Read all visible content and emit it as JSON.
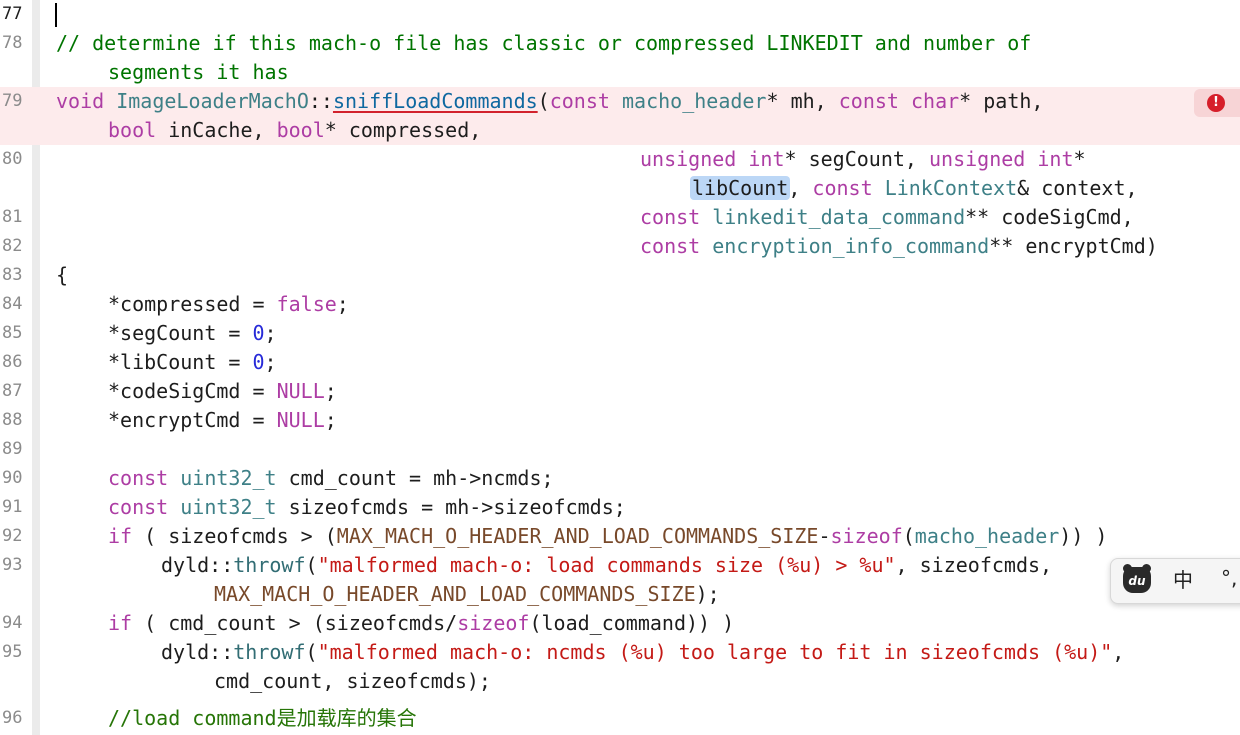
{
  "editor": {
    "lines": [
      {
        "num": "77",
        "text": ""
      },
      {
        "num": "78",
        "text": "// determine if this mach-o file has classic or compressed LINKEDIT and number of",
        "cont": "segments it has"
      },
      {
        "num": "79",
        "parts": {
          "void": "void",
          "cls": "ImageLoaderMachO",
          "sep": "::",
          "fn": "sniffLoadCommands",
          "p1": "(",
          "c1": "const",
          "t1": "macho_header",
          "p2": "* mh, ",
          "c2": "const",
          "t2": "char",
          "p3": "* path,"
        },
        "cont": {
          "b1": "bool",
          "p4": " inCache, ",
          "b2": "bool",
          "p5": "* compressed,"
        }
      },
      {
        "num": "80",
        "parts": {
          "u1": "unsigned",
          "i1": "int",
          "p1": "* segCount, ",
          "u2": "unsigned",
          "i2": "int",
          "p2": "*"
        },
        "cont": {
          "hl": "libCount",
          "p3": ", ",
          "c": "const",
          "t": "LinkContext",
          "p4": "& context,"
        }
      },
      {
        "num": "81",
        "parts": {
          "c": "const",
          "t": "linkedit_data_command",
          "p": "** codeSigCmd,"
        }
      },
      {
        "num": "82",
        "parts": {
          "c": "const",
          "t": "encryption_info_command",
          "p": "** encryptCmd)"
        }
      },
      {
        "num": "83",
        "text": "{"
      },
      {
        "num": "84",
        "parts": {
          "a": "*compressed = ",
          "v": "false",
          "b": ";"
        }
      },
      {
        "num": "85",
        "parts": {
          "a": "*segCount = ",
          "v": "0",
          "b": ";"
        }
      },
      {
        "num": "86",
        "parts": {
          "a": "*libCount = ",
          "v": "0",
          "b": ";"
        }
      },
      {
        "num": "87",
        "parts": {
          "a": "*codeSigCmd = ",
          "v": "NULL",
          "b": ";"
        }
      },
      {
        "num": "88",
        "parts": {
          "a": "*encryptCmd = ",
          "v": "NULL",
          "b": ";"
        }
      },
      {
        "num": "89",
        "text": ""
      },
      {
        "num": "90",
        "parts": {
          "c": "const",
          "t": "uint32_t",
          "p": " cmd_count = mh->ncmds;"
        }
      },
      {
        "num": "91",
        "parts": {
          "c": "const",
          "t": "uint32_t",
          "p": " sizeofcmds = mh->sizeofcmds;"
        }
      },
      {
        "num": "92",
        "parts": {
          "k": "if",
          "p1": " ( sizeofcmds > (",
          "m": "MAX_MACH_O_HEADER_AND_LOAD_COMMANDS_SIZE",
          "p2": "-",
          "s": "sizeof",
          "p3": "(",
          "t": "macho_header",
          "p4": ")) )"
        }
      },
      {
        "num": "93",
        "parts": {
          "ns": "dyld",
          "sep": "::",
          "fn": "throwf",
          "p1": "(",
          "str": "\"malformed mach-o: load commands size (%u) > %u\"",
          "p2": ", sizeofcmds,"
        },
        "cont": {
          "m": "MAX_MACH_O_HEADER_AND_LOAD_COMMANDS_SIZE",
          "p": ");"
        }
      },
      {
        "num": "94",
        "parts": {
          "k": "if",
          "p1": " ( cmd_count > (sizeofcmds/",
          "s": "sizeof",
          "p2": "(load_command)) )"
        }
      },
      {
        "num": "95",
        "parts": {
          "ns": "dyld",
          "sep": "::",
          "fn": "throwf",
          "p1": "(",
          "str": "\"malformed mach-o: ncmds (%u) too large to fit in sizeofcmds (%u)\"",
          "p2": ","
        },
        "cont": {
          "p": "cmd_count, sizeofcmds);"
        }
      },
      {
        "num": "96",
        "text": "//load command是加载库的集合"
      }
    ]
  },
  "error_indicator": {
    "symbol": "!"
  },
  "ime": {
    "logo": "du",
    "mode": "中",
    "punct": "°,"
  },
  "colors": {
    "keyword": "#ad3da4",
    "type": "#3e8087",
    "number": "#272ad8",
    "string": "#c41a16",
    "macro": "#78492a",
    "comment": "#007400",
    "error_bg": "#fdebec"
  }
}
